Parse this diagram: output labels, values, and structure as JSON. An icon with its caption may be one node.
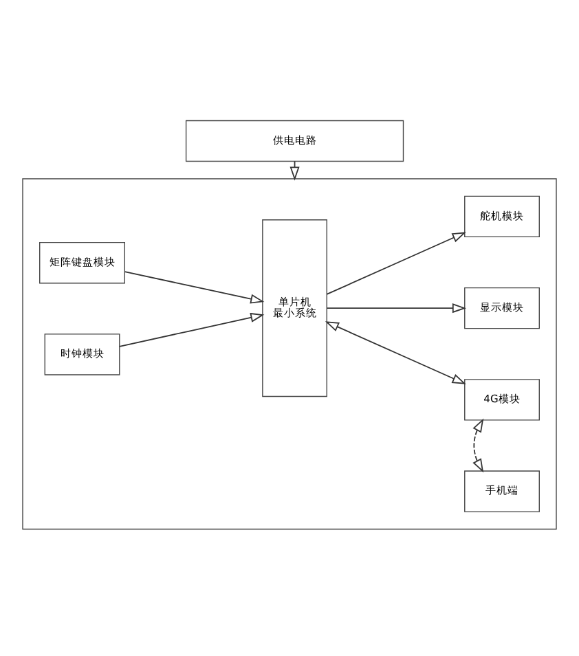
{
  "diagram": {
    "nodes": [
      {
        "text": [
          "供电电路"
        ]
      },
      {
        "text": [],
        "shape": "box"
      },
      {
        "text": [
          "单片机最小系统"
        ],
        "in": 1
      },
      {
        "text": [
          "舵机模块"
        ],
        "in": 1
      },
      {
        "text": [
          "显示模块"
        ],
        "in": 1
      },
      {
        "text": [
          "矩阵键盘模块"
        ],
        "in": 1
      },
      {
        "text": [
          "时钟模块"
        ],
        "in": 1
      },
      {
        "text": [
          "4G模块"
        ],
        "in": 1
      },
      {
        "text": [
          "手机端"
        ],
        "in": 1
      }
    ],
    "edges": [
      {
        "from": 0,
        "to": 1,
        "arrow": "to"
      },
      {
        "from": 5,
        "to": 2,
        "arrow": "to"
      },
      {
        "from": 6,
        "to": 2,
        "arrow": "to"
      },
      {
        "from": 2,
        "to": 3,
        "arrow": "to"
      },
      {
        "from": 2,
        "to": 4,
        "arrow": "to"
      },
      {
        "from": 2,
        "to": 7,
        "arrow": "both"
      },
      {
        "from": 7,
        "to": 8,
        "arrow": "both",
        "style": "dashed"
      }
    ]
  }
}
